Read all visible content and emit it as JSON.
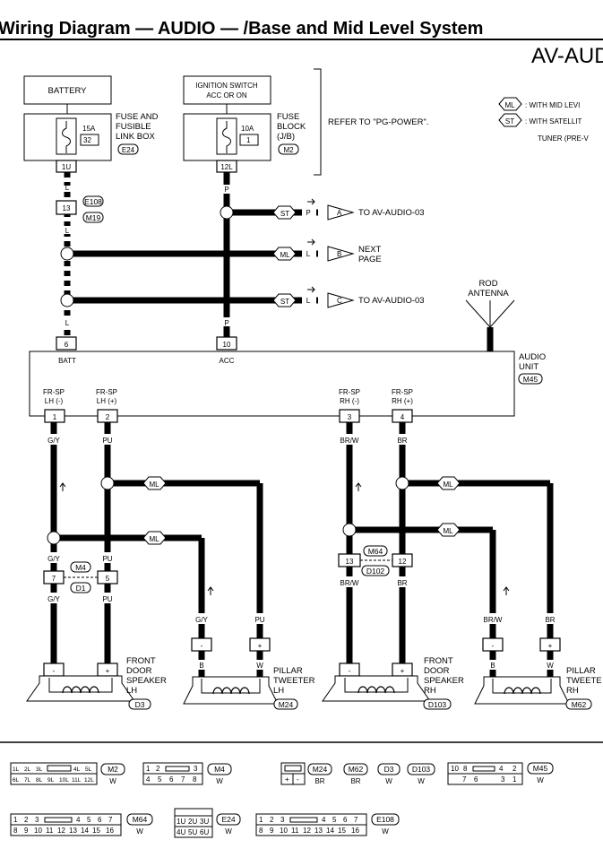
{
  "header": {
    "title": "Wiring Diagram — AUDIO — /Base and Mid Level System",
    "code": "AV-AUD"
  },
  "power": {
    "battery": "BATTERY",
    "fuse_box_label": [
      "FUSE AND",
      "FUSIBLE",
      "LINK BOX"
    ],
    "fuse_box_conn": "E24",
    "fuse1_rating": "15A",
    "fuse1_num": "32",
    "fuse1_pin": "1U",
    "ignition": [
      "IGNITION SWITCH",
      "ACC OR ON"
    ],
    "fuse_block_label": [
      "FUSE",
      "BLOCK",
      "(J/B)"
    ],
    "fuse_block_conn": "M2",
    "fuse2_rating": "10A",
    "fuse2_num": "1",
    "fuse2_pin": "12L",
    "refer": "REFER TO \"PG-POWER\"."
  },
  "legend": {
    "ml_tag": "ML",
    "ml_text": ": WITH MID LEVI",
    "st_tag": "ST",
    "st_text": ": WITH SATELLIT",
    "st_text2": "TUNER (PRE-V"
  },
  "wires": {
    "L": "L",
    "P": "P",
    "conn_left_pin": "13",
    "conn_left_a": "E108",
    "conn_left_b": "M19"
  },
  "offpage": {
    "st_tag": "ST",
    "ml_tag": "ML",
    "a_color": "P",
    "a_letter": "A",
    "a_text": "TO AV-AUDIO-03",
    "b_color": "L",
    "b_letter": "B",
    "b_text1": "NEXT",
    "b_text2": "PAGE",
    "c_color": "L",
    "c_letter": "C",
    "c_text": "TO AV-AUDIO-03"
  },
  "antenna": {
    "line1": "ROD",
    "line2": "ANTENNA"
  },
  "audio_unit": {
    "name1": "AUDIO",
    "name2": "UNIT",
    "conn": "M45",
    "batt_pin": "6",
    "batt_label": "BATT",
    "acc_pin": "10",
    "acc_label": "ACC",
    "pins": [
      {
        "l1": "FR-SP",
        "l2": "LH (-)",
        "pin": "1",
        "color": "G/Y"
      },
      {
        "l1": "FR-SP",
        "l2": "LH (+)",
        "pin": "2",
        "color": "PU"
      },
      {
        "l1": "FR-SP",
        "l2": "RH (-)",
        "pin": "3",
        "color": "BR/W"
      },
      {
        "l1": "FR-SP",
        "l2": "RH (+)",
        "pin": "4",
        "color": "BR"
      }
    ]
  },
  "left_joint": {
    "top": "M4",
    "bot": "D1",
    "pin_a": "7",
    "pin_b": "5",
    "c_gy": "G/Y",
    "c_pu": "PU"
  },
  "right_joint": {
    "top": "M64",
    "bot": "D102",
    "pin_a": "13",
    "pin_b": "12",
    "c_brw": "BR/W",
    "c_br": "BR"
  },
  "speakers": [
    {
      "l1": "FRONT",
      "l2": "DOOR",
      "l3": "SPEAKER",
      "l4": "LH",
      "conn": "D3",
      "neg": "-",
      "pos": "+"
    },
    {
      "l1": "PILLAR",
      "l2": "TWEETER",
      "l3": "LH",
      "conn": "M24",
      "neg": "-",
      "pos": "+",
      "wn": "B",
      "wp": "W",
      "cn": "G/Y",
      "cp": "PU"
    },
    {
      "l1": "FRONT",
      "l2": "DOOR",
      "l3": "SPEAKER",
      "l4": "RH",
      "conn": "D103",
      "neg": "-",
      "pos": "+"
    },
    {
      "l1": "PILLAR",
      "l2": "TWEETE",
      "l3": "RH",
      "conn": "M62",
      "neg": "-",
      "pos": "+",
      "wn": "B",
      "wp": "W",
      "cn": "BR/W",
      "cp": "BR"
    }
  ],
  "connectors": {
    "m2": {
      "name": "M2",
      "color": "W",
      "row1": [
        "1L",
        "2L",
        "3L",
        "",
        "4L",
        "5L"
      ],
      "row2": [
        "6L",
        "7L",
        "8L",
        "9L",
        "10L",
        "11L",
        "12L"
      ]
    },
    "m4": {
      "name": "M4",
      "color": "W",
      "row1": [
        "1",
        "2",
        "",
        "3"
      ],
      "row2": [
        "4",
        "5",
        "6",
        "7",
        "8"
      ]
    },
    "group": {
      "names": [
        "M24",
        "M62",
        "D3",
        "D103"
      ],
      "colors": [
        "BR",
        "BR",
        "W",
        "W"
      ],
      "pins": [
        "+",
        "-"
      ]
    },
    "m45": {
      "name": "M45",
      "color": "W",
      "row1": [
        "10",
        "8",
        "",
        "4",
        "2"
      ],
      "row2": [
        "7",
        "6",
        "3",
        "1"
      ]
    },
    "m64": {
      "name": "M64",
      "color": "W",
      "row1": [
        "1",
        "2",
        "3",
        "",
        "4",
        "5",
        "6",
        "7"
      ],
      "row2": [
        "8",
        "9",
        "10",
        "11",
        "12",
        "13",
        "14",
        "15",
        "16"
      ]
    },
    "e24": {
      "name": "E24",
      "color": "W",
      "row1": [
        "1U",
        "2U",
        "3U"
      ],
      "row2": [
        "4U",
        "5U",
        "6U"
      ]
    },
    "e108": {
      "name": "E108",
      "color": "W",
      "row1": [
        "1",
        "2",
        "3",
        "",
        "4",
        "5",
        "6",
        "7"
      ],
      "row2": [
        "8",
        "9",
        "10",
        "11",
        "12",
        "13",
        "14",
        "15",
        "16"
      ]
    }
  }
}
